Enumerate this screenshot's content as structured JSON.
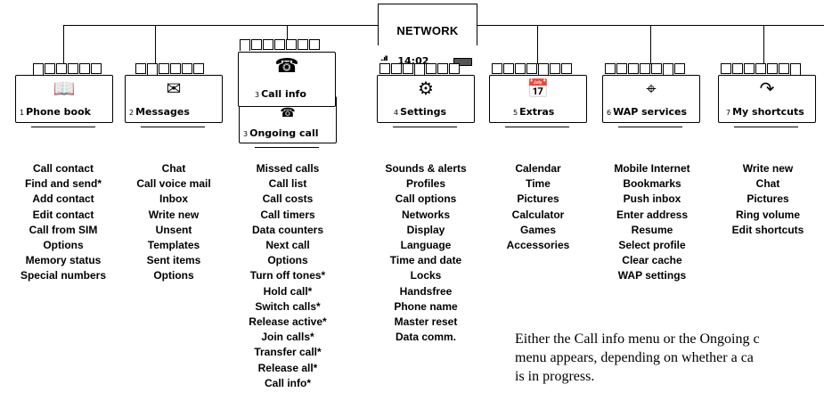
{
  "root": {
    "label": "NETWORK"
  },
  "status_bar": {
    "signal": "..ıll",
    "time": "14:02"
  },
  "popup": {
    "number": "3",
    "label": "Call info",
    "icon": "info-icon"
  },
  "menus": [
    {
      "number": "1",
      "label": "Phone book",
      "icon": "book-icon",
      "items": [
        "Call contact",
        "Find and send*",
        "Add contact",
        "Edit contact",
        "Call from SIM",
        "Options",
        "Memory status",
        "Special numbers"
      ]
    },
    {
      "number": "2",
      "label": "Messages",
      "icon": "envelope-icon",
      "items": [
        "Chat",
        "Call voice mail",
        "Inbox",
        "Write new",
        "Unsent",
        "Templates",
        "Sent items",
        "Options"
      ]
    },
    {
      "number": "3",
      "label": "Ongoing call",
      "icon": "phone-icon",
      "items": [
        "Missed calls",
        "Call list",
        "Call costs",
        "Call timers",
        "Data counters",
        "Next call",
        "Options",
        "Turn off tones*",
        "Hold call*",
        "Switch calls*",
        "Release active*",
        "Join calls*",
        "Transfer call*",
        "Release all*",
        "Call info*"
      ]
    },
    {
      "number": "4",
      "label": "Settings",
      "icon": "settings-icon",
      "items": [
        "Sounds & alerts",
        "Profiles",
        "Call options",
        "Networks",
        "Display",
        "Language",
        "Time and date",
        "Locks",
        "Handsfree",
        "Phone name",
        "Master reset",
        "Data comm."
      ]
    },
    {
      "number": "5",
      "label": "Extras",
      "icon": "extras-icon",
      "items": [
        "Calendar",
        "Time",
        "Pictures",
        "Calculator",
        "Games",
        "Accessories"
      ]
    },
    {
      "number": "6",
      "label": "WAP services",
      "icon": "wap-icon",
      "items": [
        "Mobile Internet",
        "Bookmarks",
        "Push inbox",
        "Enter address",
        "Resume",
        "Select profile",
        "Clear cache",
        "WAP settings"
      ]
    },
    {
      "number": "7",
      "label": "My shortcuts",
      "icon": "shortcut-arrow-icon",
      "items": [
        "Write new",
        "Chat",
        "Pictures",
        "Ring volume",
        "Edit shortcuts"
      ]
    }
  ],
  "note": "Either the Call info menu or the Ongoing c\nmenu appears, depending on whether a ca\nis in progress."
}
